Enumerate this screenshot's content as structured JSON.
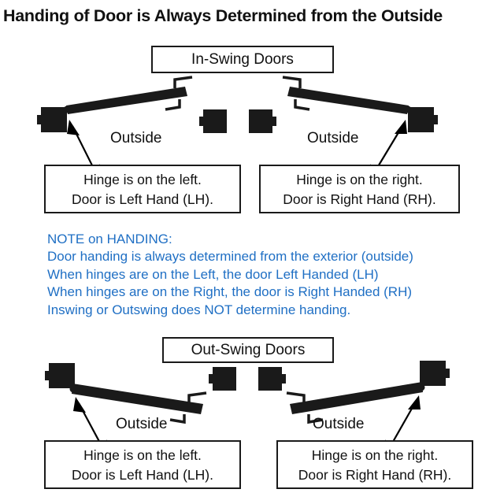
{
  "title": "Handing of Door is Always Determined from the Outside",
  "sections": {
    "inswing_label": "In-Swing Doors",
    "outswing_label": "Out-Swing Doors"
  },
  "outside_labels": {
    "inswing_left": "Outside",
    "inswing_right": "Outside",
    "outswing_left": "Outside",
    "outswing_right": "Outside"
  },
  "captions": {
    "inswing_left": {
      "line1": "Hinge is on the left.",
      "line2": "Door is Left Hand (LH)."
    },
    "inswing_right": {
      "line1": "Hinge is on the right.",
      "line2": "Door is Right Hand (RH)."
    },
    "outswing_left": {
      "line1": "Hinge is on the left.",
      "line2": "Door is Left Hand (LH)."
    },
    "outswing_right": {
      "line1": "Hinge is on the right.",
      "line2": "Door is Right Hand (RH)."
    }
  },
  "note": {
    "heading": "NOTE on HANDING:",
    "line1": "Door handing is always determined from the exterior (outside)",
    "line2": "When hinges are on the Left, the door Left Handed (LH)",
    "line3": "When hinges are on the Right, the door is Right Handed (RH)",
    "line4": "Inswing or Outswing does NOT determine handing."
  },
  "colors": {
    "ink": "#111111",
    "note_blue": "#1f6fc4",
    "door_fill": "#1a1a1a",
    "background": "#ffffff"
  }
}
